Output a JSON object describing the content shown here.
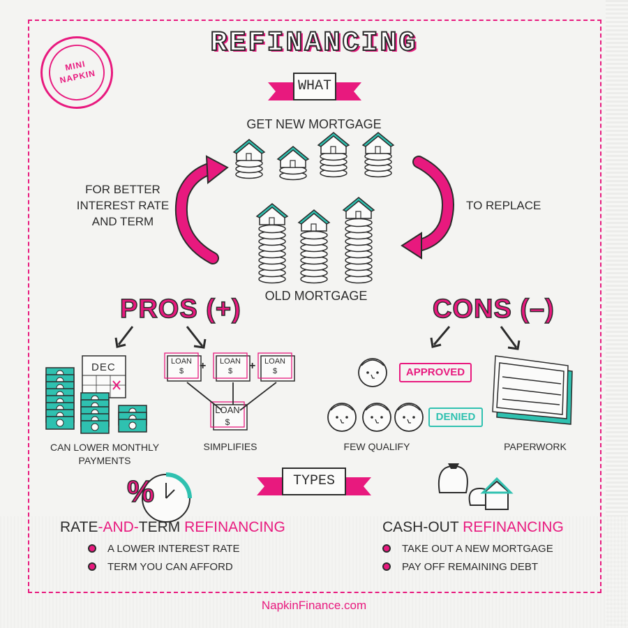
{
  "title": "REFINANCING",
  "stamp": {
    "line1": "MINI",
    "line2": "NAPKIN"
  },
  "what": {
    "label": "WHAT",
    "new_mortgage": "GET NEW MORTGAGE",
    "old_mortgage": "OLD MORTGAGE",
    "left_reason": [
      "FOR BETTER",
      "INTEREST RATE",
      "AND TERM"
    ],
    "right_reason": "TO REPLACE"
  },
  "pros": {
    "heading": "PROS (+)",
    "calendar": "DEC",
    "loan_label": "LOAN",
    "currency": "$",
    "plus": "+",
    "items": [
      {
        "caption": [
          "CAN LOWER MONTHLY",
          "PAYMENTS"
        ]
      },
      {
        "caption": [
          "SIMPLIFIES"
        ]
      }
    ]
  },
  "cons": {
    "heading": "CONS (–)",
    "approved": "APPROVED",
    "denied": "DENIED",
    "items": [
      {
        "caption": "FEW QUALIFY"
      },
      {
        "caption": "PAPERWORK"
      }
    ]
  },
  "types": {
    "label": "TYPES",
    "rate_and_term": {
      "title_parts": [
        "RATE",
        "-AND-",
        "TERM ",
        "REFINANCING"
      ],
      "bullets": [
        "A LOWER INTEREST RATE",
        "TERM YOU CAN AFFORD"
      ]
    },
    "cash_out": {
      "title_parts": [
        "CASH-OUT ",
        "REFINANCING"
      ],
      "bullets": [
        "TAKE OUT A NEW MORTGAGE",
        "PAY OFF REMAINING DEBT"
      ]
    }
  },
  "footer": "NapkinFinance.com",
  "colors": {
    "accent": "#e8197e",
    "teal": "#2fc1b0",
    "ink": "#2b2b2b"
  }
}
